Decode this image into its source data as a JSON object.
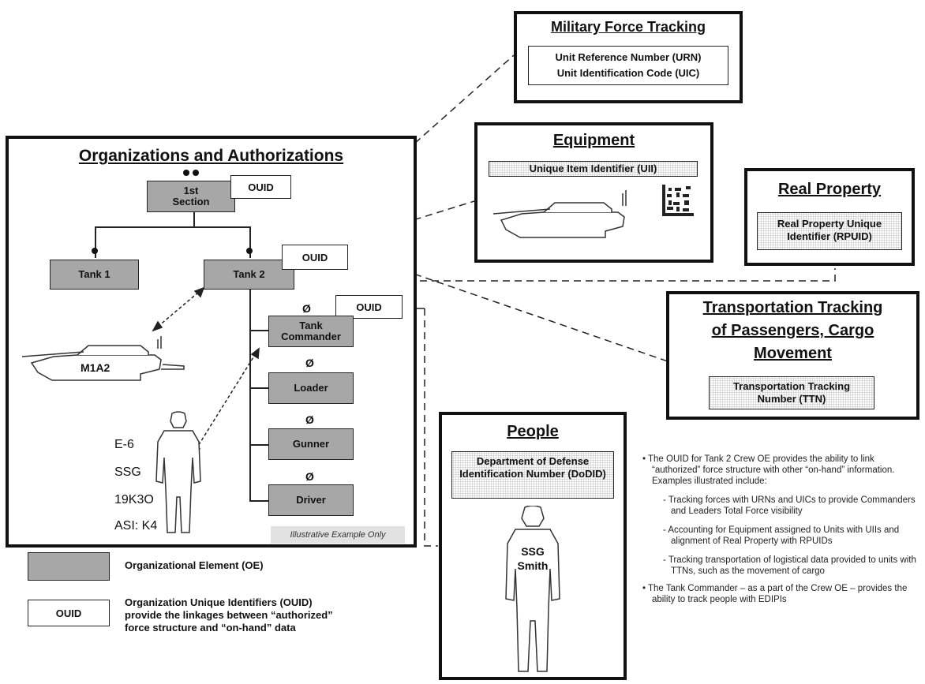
{
  "org": {
    "title": "Organizations and Authorizations",
    "section": "1st Section",
    "ouid": "OUID",
    "tank1": "Tank 1",
    "tank2": "Tank 2",
    "commander": "Tank Commander",
    "loader": "Loader",
    "gunner": "Gunner",
    "driver": "Driver",
    "vehicle": "M1A2",
    "soldier_attrs": [
      "E-6",
      "SSG",
      "19K3O",
      "ASI: K4"
    ],
    "note": "Illustrative Example Only"
  },
  "mft": {
    "title": "Military Force Tracking",
    "line1": "Unit Reference Number (URN)",
    "line2": "Unit Identification Code (UIC)"
  },
  "equipment": {
    "title": "Equipment",
    "uii": "Unique Item Identifier (UII)"
  },
  "real_property": {
    "title": "Real Property",
    "id": "Real Property Unique Identifier (RPUID)"
  },
  "transport": {
    "title_l1": "Transportation Tracking",
    "title_l2": "of Passengers, Cargo",
    "title_l3": "Movement",
    "id": "Transportation Tracking Number (TTN)"
  },
  "people": {
    "title": "People",
    "id": "Department of Defense Identification Number (DoDID)",
    "person_l1": "SSG",
    "person_l2": "Smith"
  },
  "legend": {
    "oe_label": "Organizational Element (OE)",
    "ouid_box": "OUID",
    "ouid_l1": "Organization Unique Identifiers (OUID)",
    "ouid_l2": "provide the linkages between “authorized”",
    "ouid_l3": "force structure and “on-hand” data"
  },
  "notes": {
    "b1": "The OUID for Tank 2 Crew OE provides the ability to link “authorized” force structure with other “on-hand” information. Examples illustrated include:",
    "s1": "Tracking forces with URNs and UICs to provide Commanders and Leaders Total Force visibility",
    "s2": "Accounting for Equipment assigned to Units with UIIs and alignment of Real Property with RPUIDs",
    "s3": "Tracking transportation of logistical data provided to units with TTNs, such as the movement of cargo",
    "b2": "The Tank Commander – as a part of the Crew OE – provides the ability to track people with EDIPIs"
  }
}
